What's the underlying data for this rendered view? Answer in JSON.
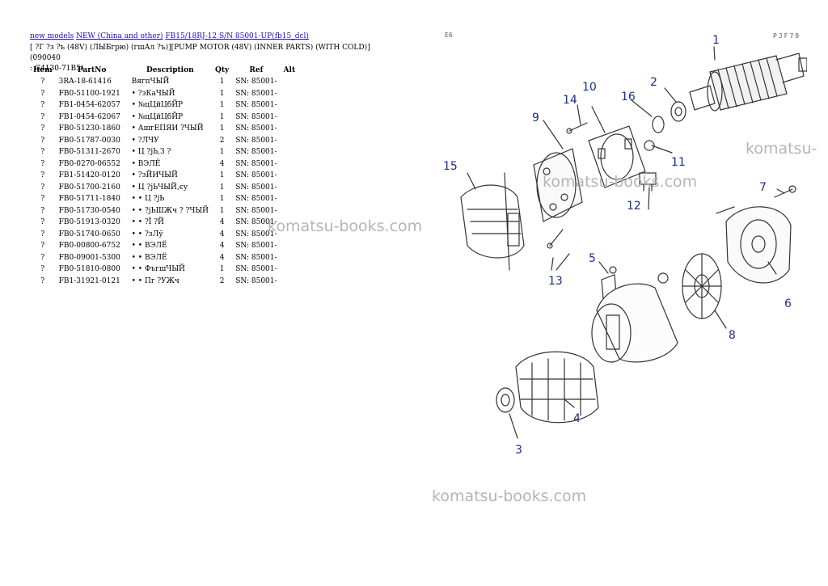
{
  "breadcrumb": {
    "link1": "new models",
    "link2": "NEW (China and other)",
    "link3": "FB15/18RJ-12 S/N 85001-UP(fb15_dcl)"
  },
  "title_line1": "[ ?Г ?з ?ъ (48V) (ЛЫБгрю) (гшАл ?ъ)][PUMP MOTOR (48V) (INNER PARTS) (WITH COLD)](090040",
  "title_line2": ": G4130-71B5)",
  "table": {
    "headers": [
      "Item",
      "PartNo",
      "Description",
      "Qty",
      "Ref",
      "Alt"
    ],
    "rows": [
      [
        "?",
        "3RA-18-61416",
        "ВягпЧЫЙ",
        "1",
        "SN: 85001-"
      ],
      [
        "?",
        "FB0-51100-1921",
        "• ?зКаЧЫЙ",
        "1",
        "SN: 85001-"
      ],
      [
        "?",
        "FB1-0454-62057",
        "• №цЦйЦбЙР",
        "1",
        "SN: 85001-"
      ],
      [
        "?",
        "FB1-0454-62067",
        "• №цЦйЦбЙР",
        "1",
        "SN: 85001-"
      ],
      [
        "?",
        "FB0-51230-1860",
        "• АшгЕПЯИ ?ЧЫЙ",
        "1",
        "SN: 85001-"
      ],
      [
        "?",
        "FB0-51787-0030",
        "• ?ЛЧУ",
        "2",
        "SN: 85001-"
      ],
      [
        "?",
        "FB0-51311-2670",
        "• Ц ?jЬ,З ?",
        "1",
        "SN: 85001-"
      ],
      [
        "?",
        "FB0-0270-06552",
        "• ВЭЛЁ",
        "4",
        "SN: 85001-"
      ],
      [
        "?",
        "FB1-51420-0120",
        "• ?зЙИЧЫЙ",
        "1",
        "SN: 85001-"
      ],
      [
        "?",
        "FB0-51700-2160",
        "• Ц ?jЬЧЫЙ,єу",
        "1",
        "SN: 85001-"
      ],
      [
        "?",
        "FB0-51711-1840",
        "• • Ц ?jЬ",
        "1",
        "SN: 85001-"
      ],
      [
        "?",
        "FB0-51730-0540",
        "• • ?jЬШЖч ? ?ЧЫЙ",
        "1",
        "SN: 85001-"
      ],
      [
        "?",
        "FB0-51913-0320",
        "• • ?Ї ?Й",
        "4",
        "SN: 85001-"
      ],
      [
        "?",
        "FB0-51740-0650",
        "• • ?зЛў",
        "4",
        "SN: 85001-"
      ],
      [
        "?",
        "FB0-00800-6752",
        "• • ВЭЛЁ",
        "4",
        "SN: 85001-"
      ],
      [
        "?",
        "FB0-09001-5300",
        "• • ВЭЛЁ",
        "4",
        "SN: 85001-"
      ],
      [
        "?",
        "FB0-51810-0800",
        "• • ФъгшЧЫЙ",
        "1",
        "SN: 85001-"
      ],
      [
        "?",
        "FB1-31921-0121",
        "• • Пг ?УЖч",
        "2",
        "SN: 85001-"
      ]
    ]
  },
  "diagram": {
    "code": "PJF79",
    "corner": "E6",
    "callouts": [
      "1",
      "2",
      "3",
      "4",
      "5",
      "6",
      "7",
      "8",
      "9",
      "10",
      "11",
      "12",
      "13",
      "14",
      "15",
      "16"
    ],
    "callout_color": "#1a2f8a"
  },
  "watermark": "komatsu-books.com",
  "watermark_cut": "komatsu-"
}
